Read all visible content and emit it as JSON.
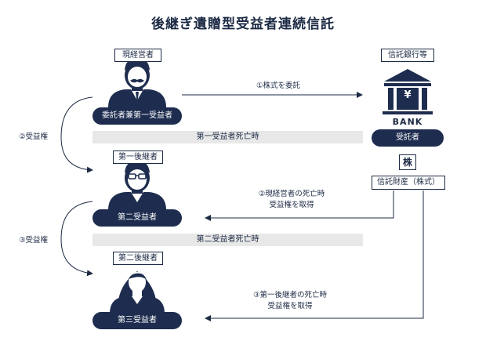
{
  "title": "後継ぎ遺贈型受益者連続信託",
  "persons": {
    "current_owner_label": "現経営者",
    "settlor_pill": "委託者兼第一受益者",
    "first_successor_label": "第一後継者",
    "second_beneficiary_pill": "第二受益者",
    "second_successor_label": "第二後継者",
    "third_beneficiary_pill": "第三受益者"
  },
  "trust": {
    "bank_header": "信託銀行等",
    "bank_logo_text": "BANK",
    "bank_symbol": "¥",
    "trustee_pill": "受託者",
    "stock_box": "株",
    "property_label": "信託財産（株式）"
  },
  "bands": {
    "first_death": "第一受益者死亡時",
    "second_death": "第二受益者死亡時"
  },
  "arrows": {
    "entrust": "①株式を委託",
    "right_2": "②受益権",
    "right_3": "③受益権",
    "step2_line1": "②現経営者の死亡時",
    "step2_line2": "受益権を取得",
    "step3_line1": "③第一後継者の死亡時",
    "step3_line2": "受益権を取得"
  },
  "colors": {
    "navy": "#1e2d4f",
    "band": "#e8e8e8",
    "skin": "#ffffff"
  }
}
